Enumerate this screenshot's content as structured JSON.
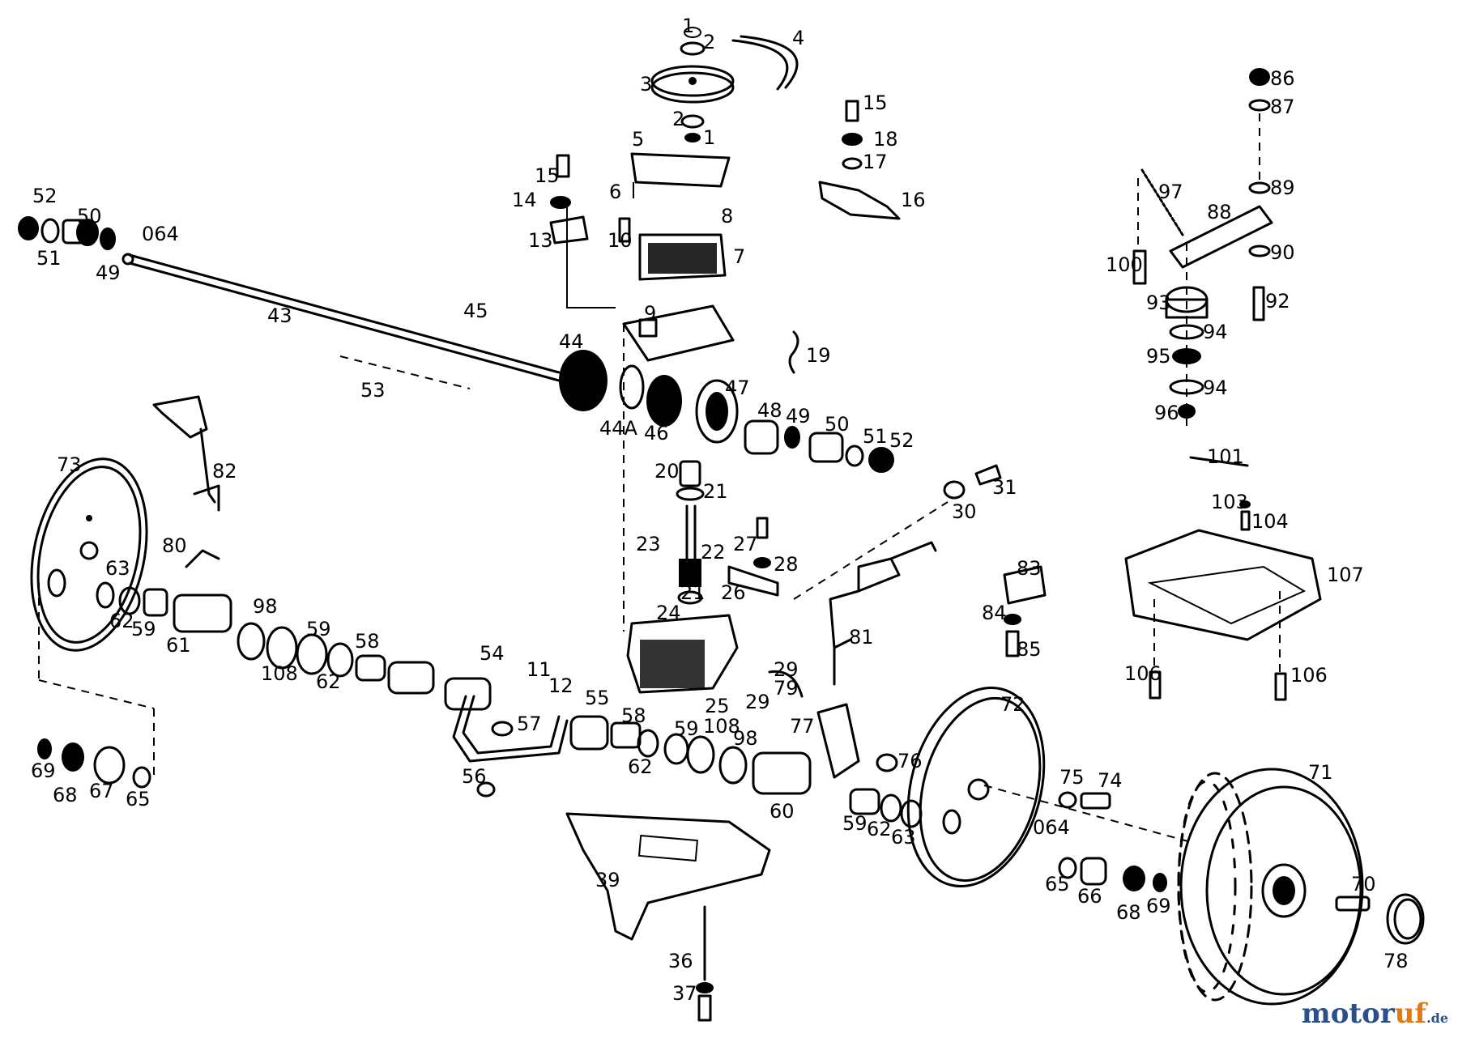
{
  "watermark": {
    "part1": "motor",
    "part2": "uf",
    "part3": ".de"
  },
  "labels": [
    "1",
    "2",
    "3",
    "4",
    "2",
    "1",
    "5",
    "6",
    "8",
    "7",
    "15",
    "18",
    "17",
    "16",
    "15",
    "14",
    "13",
    "10",
    "9",
    "19",
    "52",
    "50",
    "51",
    "49",
    "064",
    "43",
    "45",
    "53",
    "44",
    "44A",
    "46",
    "47",
    "48",
    "49",
    "50",
    "51",
    "52",
    "20",
    "21",
    "23",
    "22",
    "27",
    "28",
    "21",
    "26",
    "24",
    "11",
    "12",
    "25",
    "29",
    "29",
    "79",
    "30",
    "31",
    "73",
    "82",
    "80",
    "63",
    "62",
    "59",
    "61",
    "98",
    "108",
    "59",
    "62",
    "58",
    "54",
    "55",
    "57",
    "56",
    "58",
    "62",
    "59",
    "108",
    "98",
    "77",
    "60",
    "76",
    "59",
    "62",
    "63",
    "72",
    "064",
    "75",
    "74",
    "65",
    "66",
    "68",
    "69",
    "71",
    "70",
    "78",
    "39",
    "36",
    "37",
    "69",
    "68",
    "67",
    "65",
    "81",
    "83",
    "84",
    "85",
    "86",
    "87",
    "89",
    "97",
    "88",
    "90",
    "100",
    "92",
    "93",
    "94",
    "95",
    "94",
    "96",
    "101",
    "103",
    "104",
    "107",
    "106",
    "106"
  ]
}
